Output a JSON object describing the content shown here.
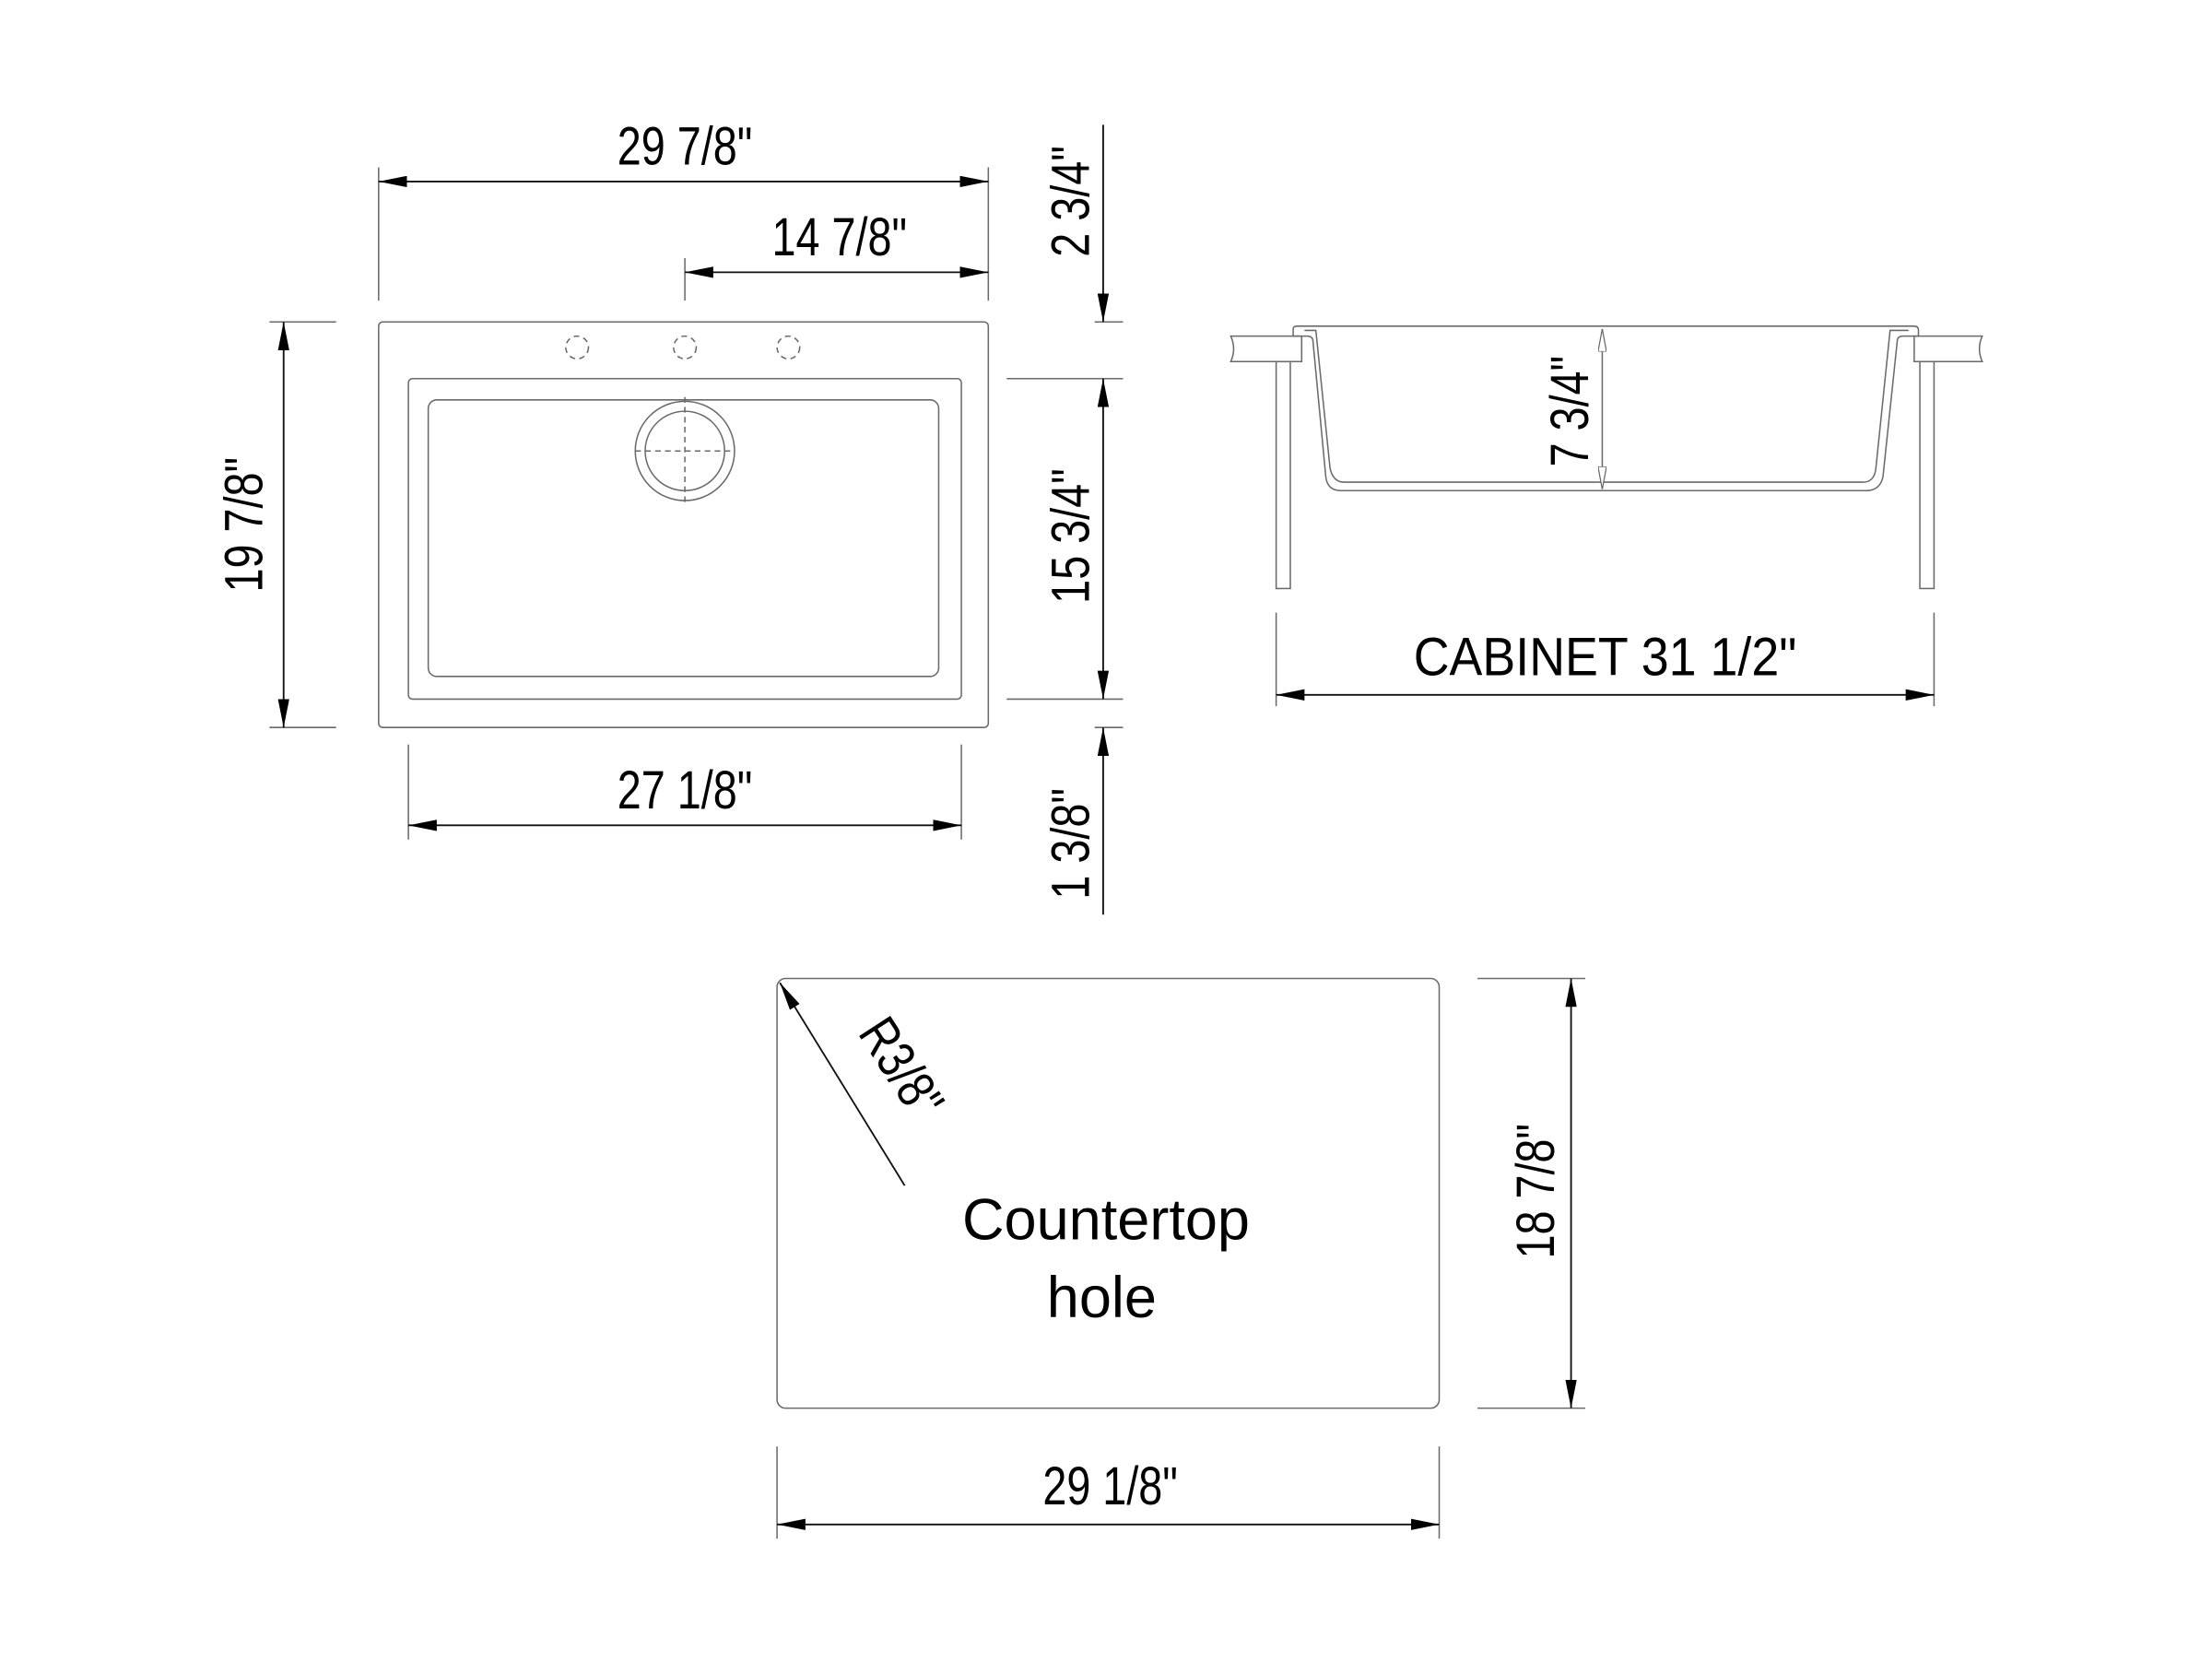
{
  "top_view": {
    "overall_width": "29  7/8\"",
    "faucet_offset": "14  7/8\"",
    "bowl_width": "27  1/8\"",
    "overall_depth": "19 7/8\"",
    "back_deck": "2  3/4\"",
    "bowl_depth": "15  3/4\"",
    "front_rim": "1  3/8\""
  },
  "side_view": {
    "bowl_height": "7  3/4\"",
    "cabinet": "CABINET 31   1/2\""
  },
  "cutout": {
    "radius": "R3/8\"",
    "label_line1": "Countertop",
    "label_line2": "hole",
    "height": "18  7/8\"",
    "width": "29  1/8\""
  }
}
